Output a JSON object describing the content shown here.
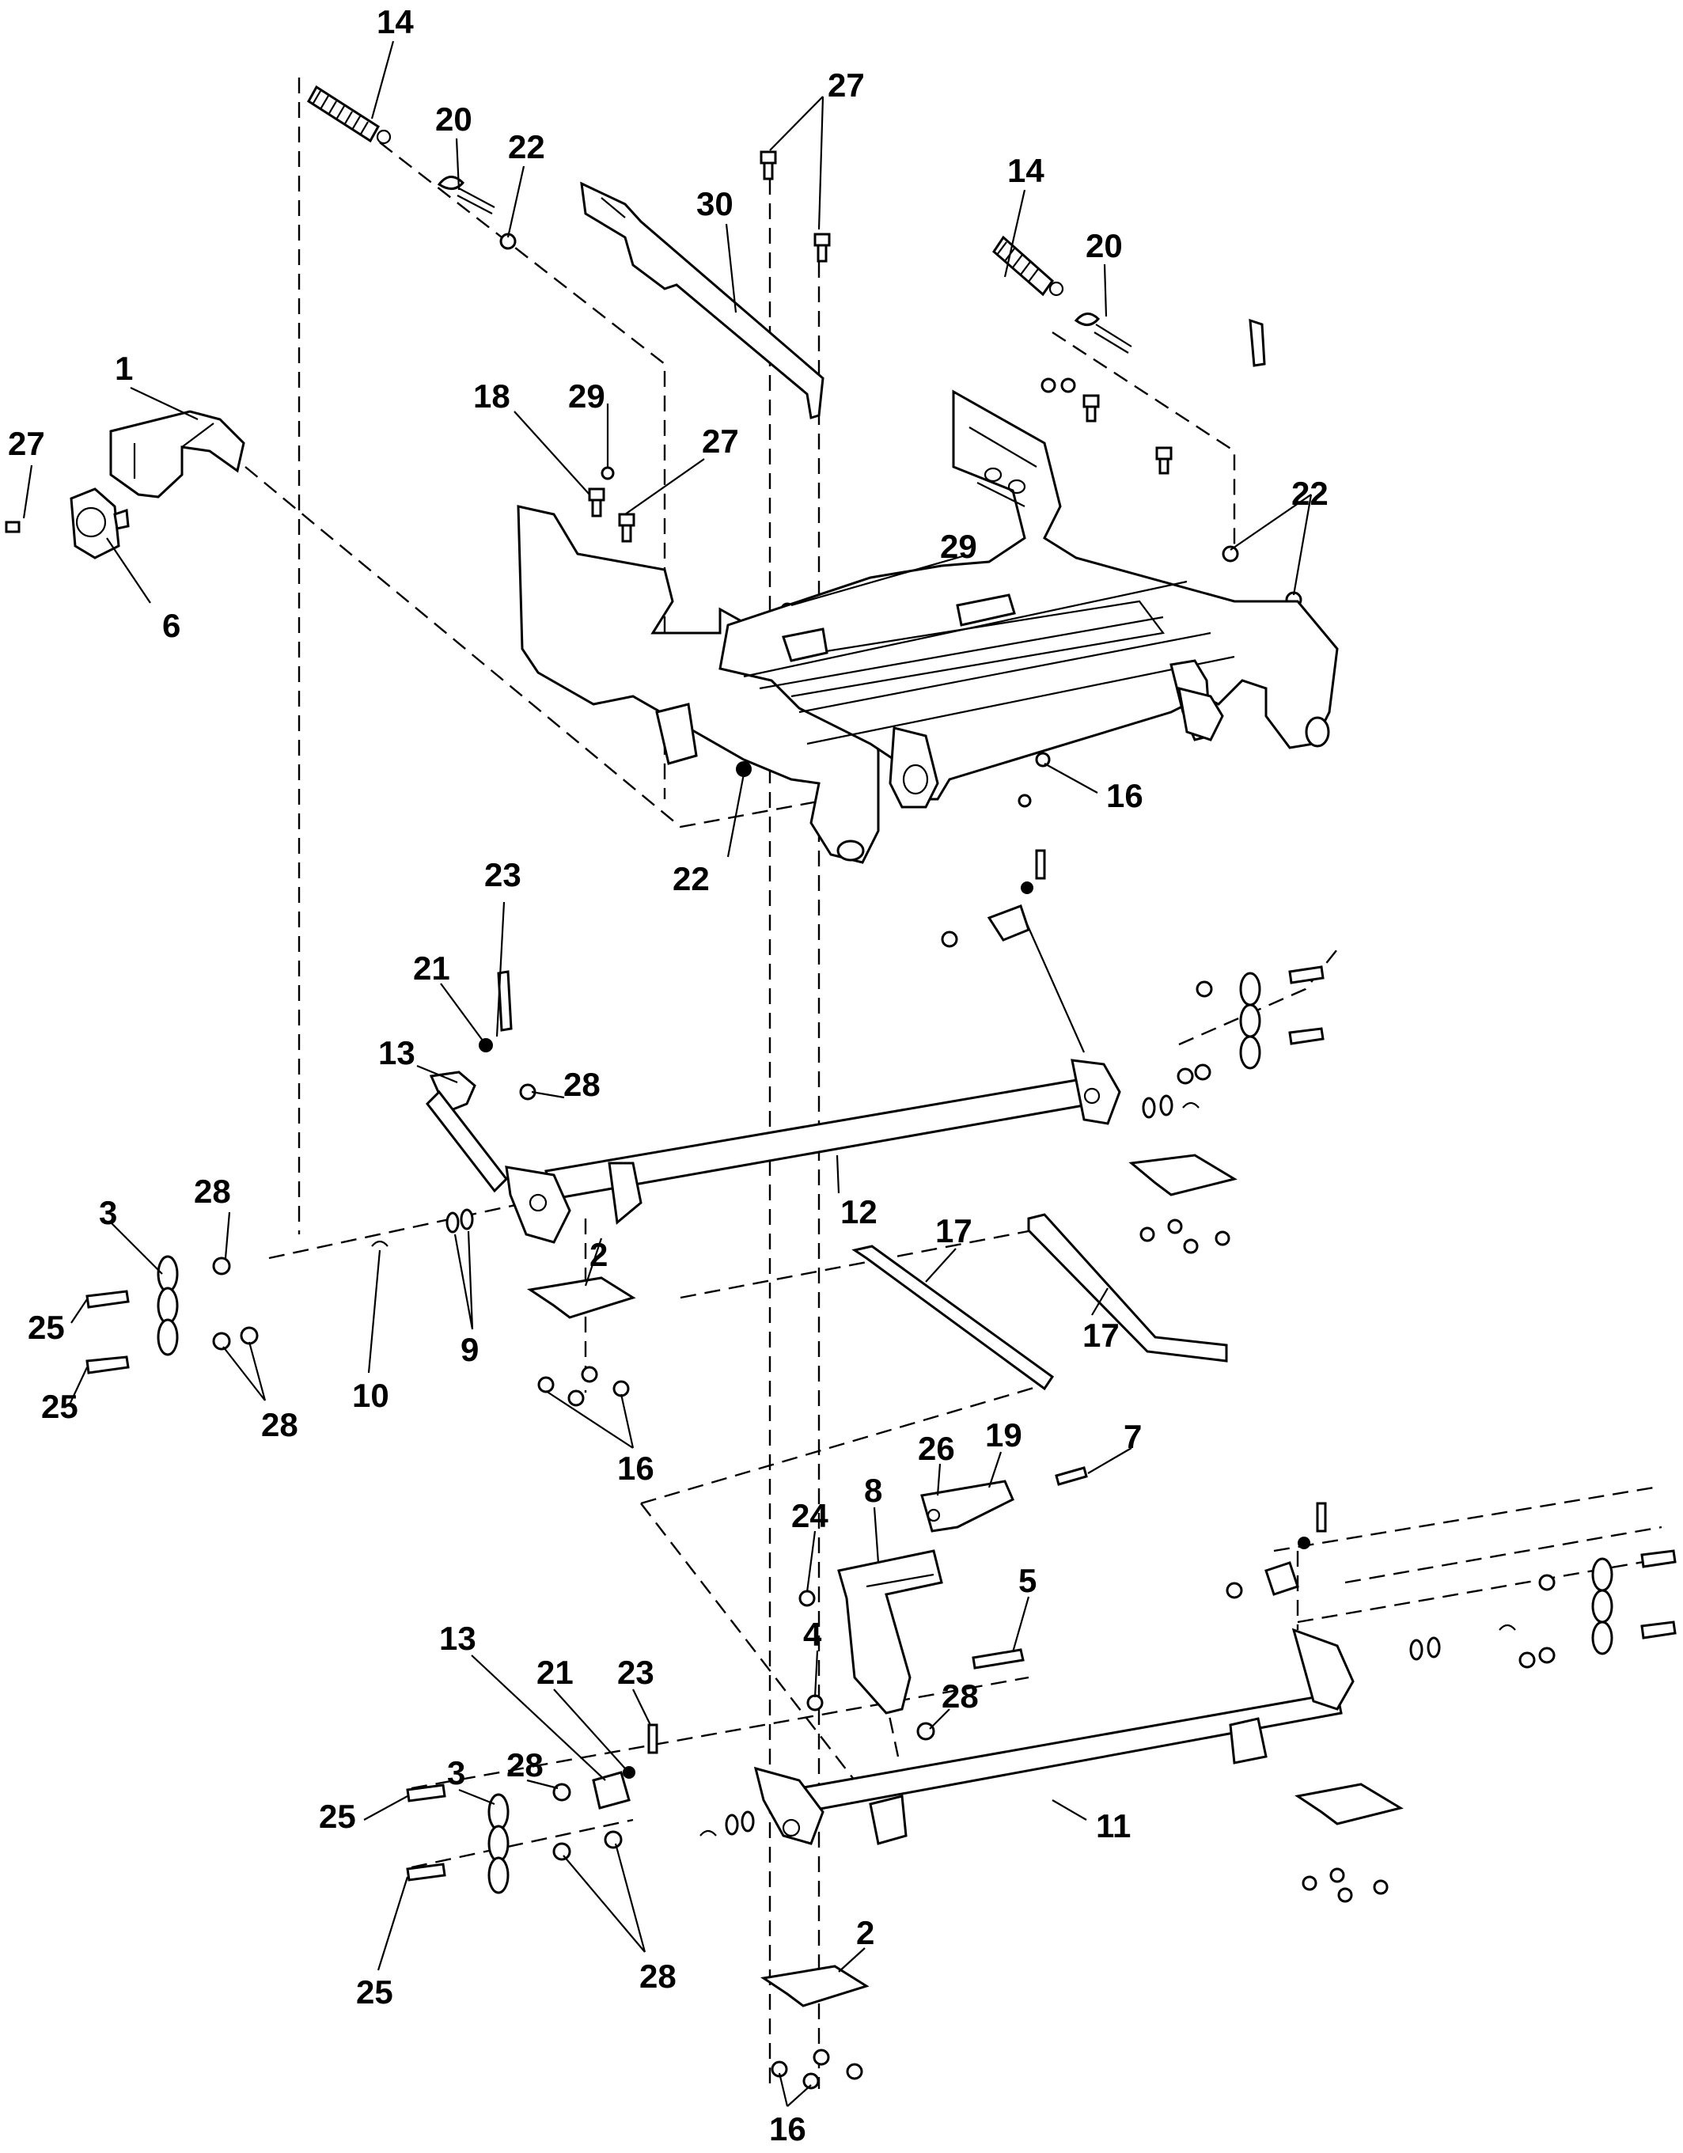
{
  "callouts": [
    "14",
    "20",
    "22",
    "27",
    "30",
    "14",
    "20",
    "1",
    "27",
    "6",
    "18",
    "29",
    "27",
    "29",
    "22",
    "16",
    "22",
    "23",
    "21",
    "13",
    "28",
    "12",
    "17",
    "17",
    "3",
    "28",
    "25",
    "25",
    "28",
    "10",
    "9",
    "2",
    "16",
    "26",
    "19",
    "7",
    "8",
    "24",
    "5",
    "4",
    "28",
    "13",
    "21",
    "23",
    "3",
    "28",
    "25",
    "28",
    "25",
    "11",
    "2",
    "16"
  ]
}
